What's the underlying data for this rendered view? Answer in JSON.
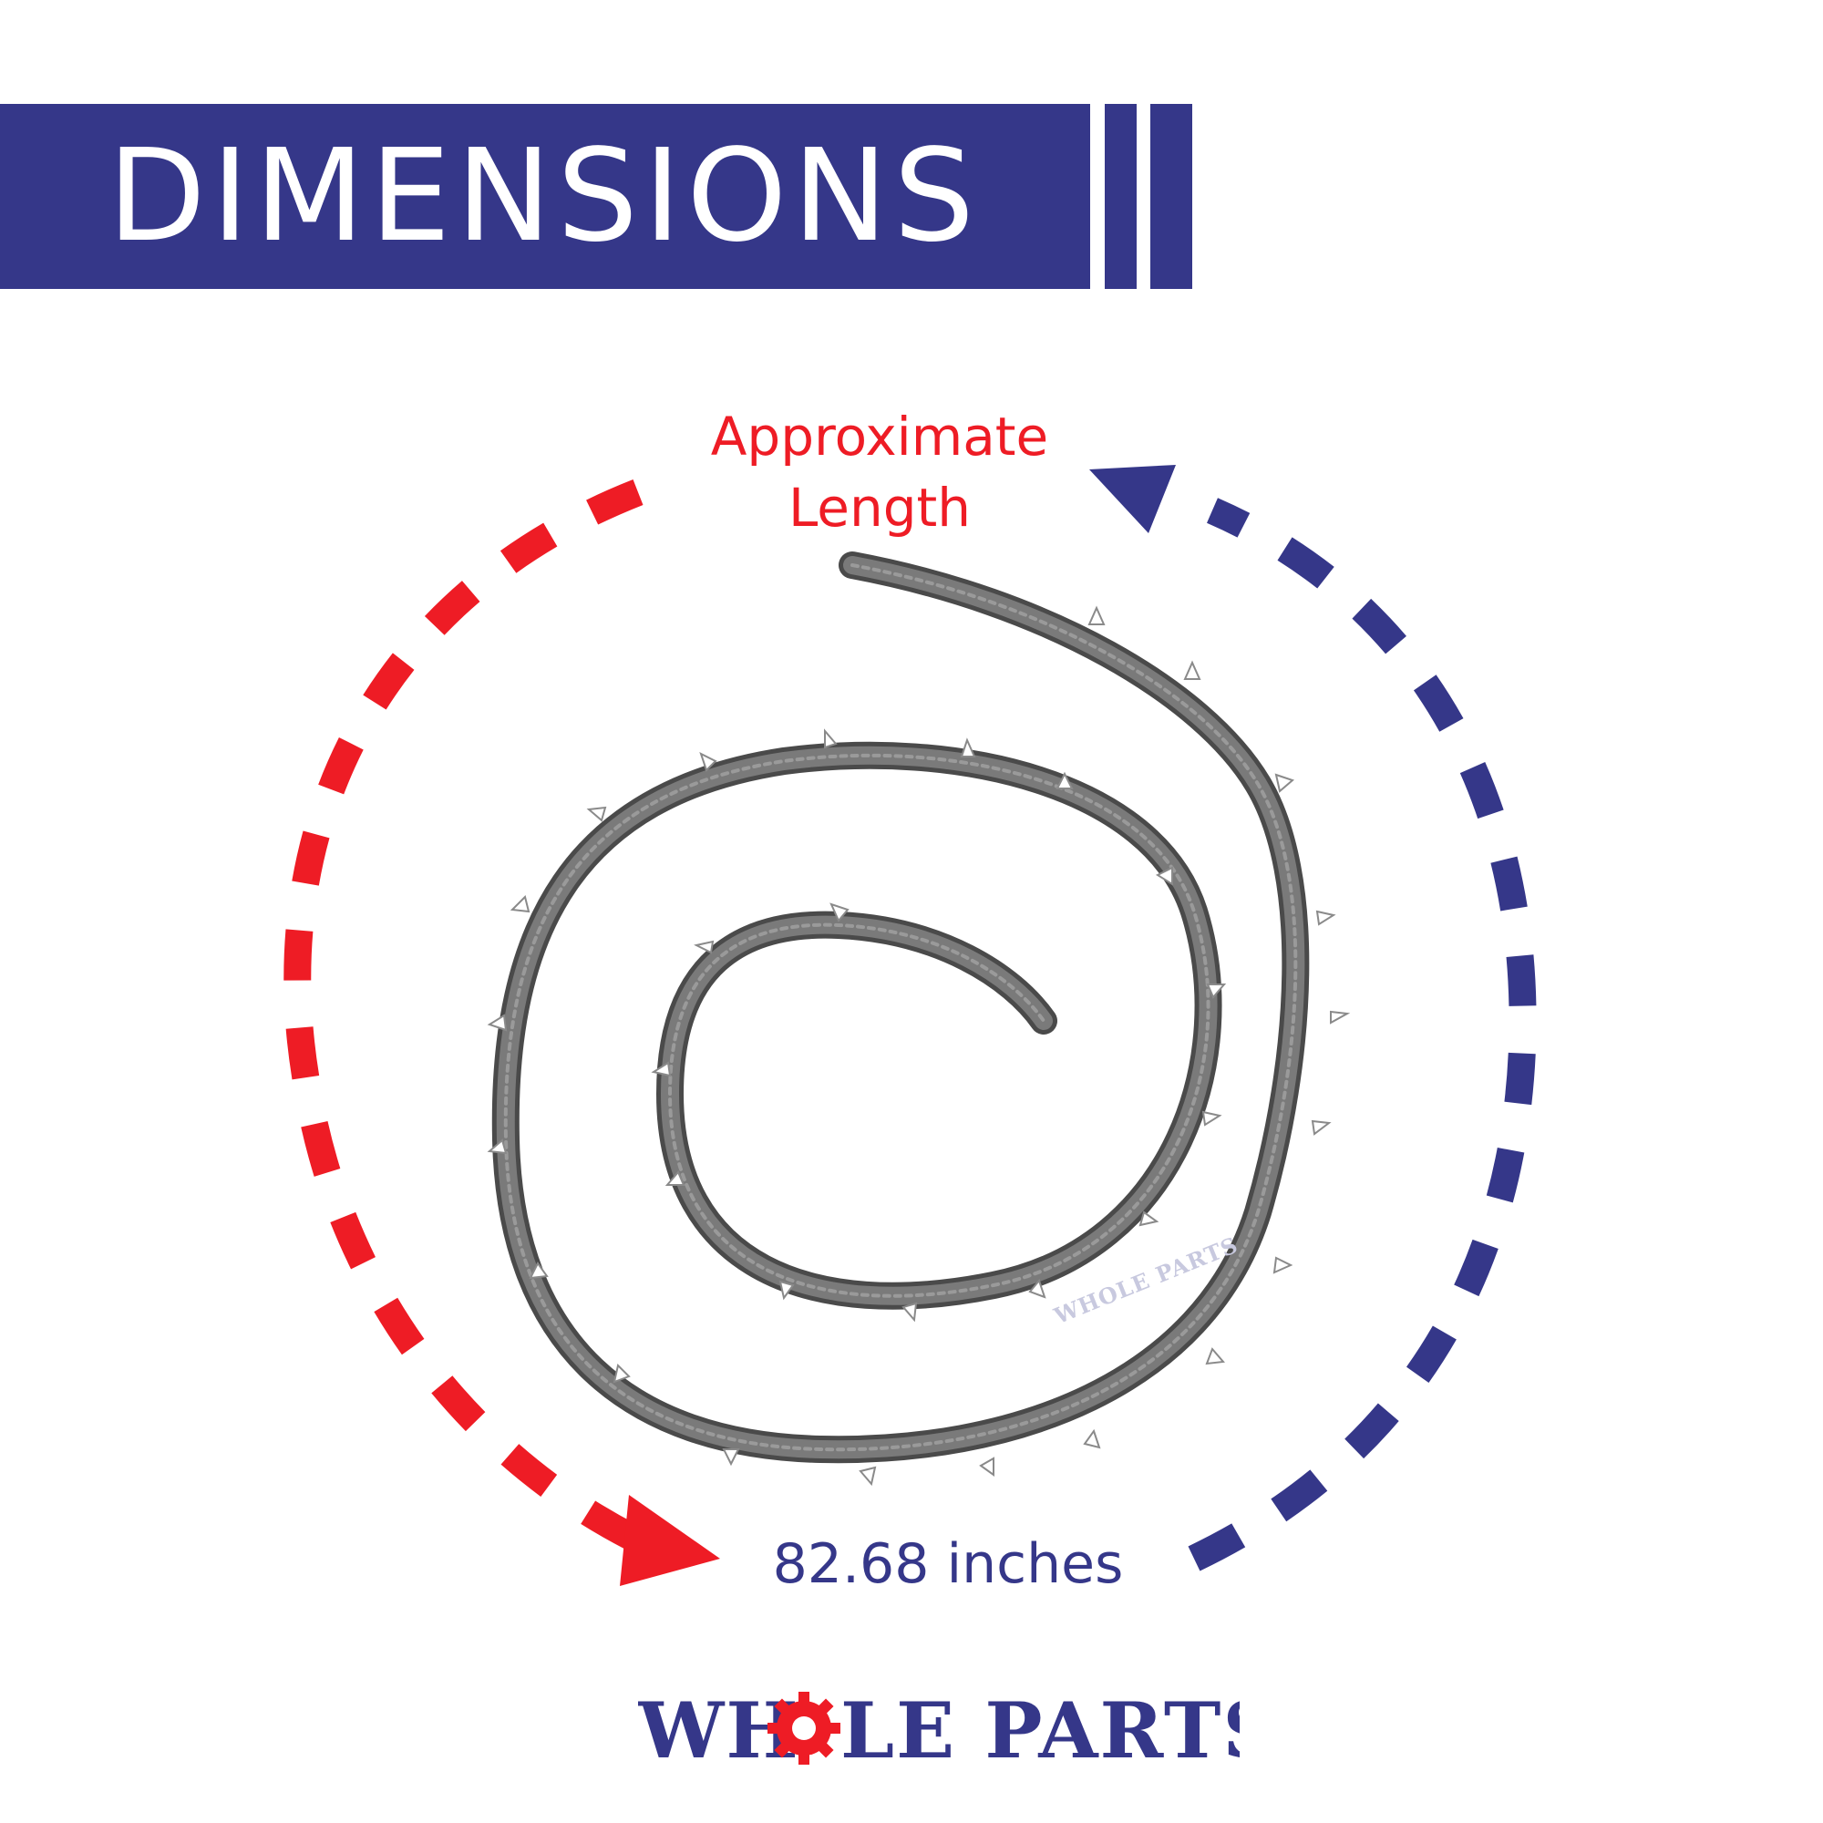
{
  "header": {
    "title": "DIMENSIONS"
  },
  "measurement": {
    "label": "Approximate Length",
    "value": "82.68 inches"
  },
  "brand": {
    "name": "WHOLE PARTS",
    "watermark": "WHOLE PARTS"
  },
  "colors": {
    "navy": "#353789",
    "red": "#ee1c25",
    "gasket": "#6b6b6b"
  },
  "icons": {
    "red_arrow": "arrow-clockwise-icon",
    "blue_arrow": "arrow-counterclockwise-icon",
    "logo_gear": "gear-icon"
  }
}
